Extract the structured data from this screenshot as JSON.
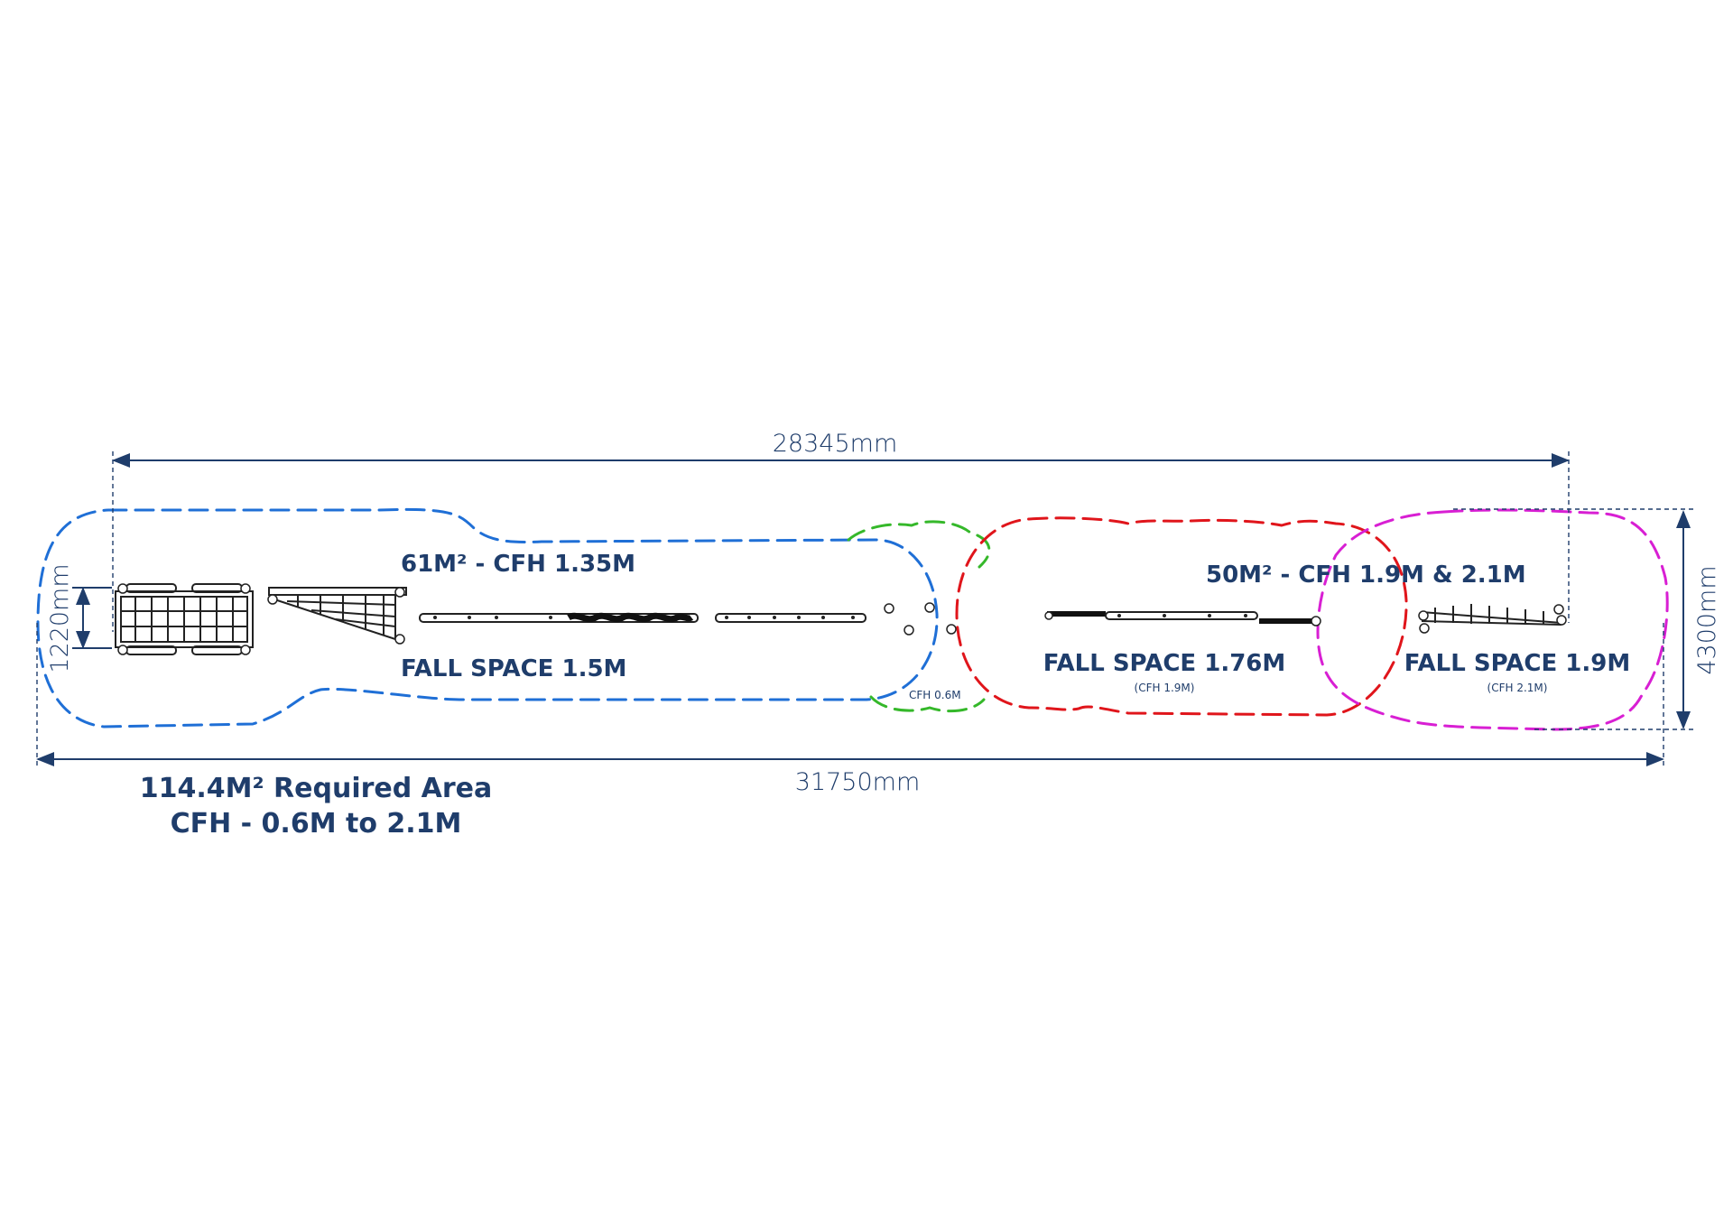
{
  "dimensions": {
    "top_width": "28345mm",
    "bottom_width": "31750mm",
    "left_height": "1220mm",
    "right_height": "4300mm"
  },
  "zones": {
    "blue": {
      "color": "#1f6fd6",
      "area_label": "61M² - CFH 1.35M",
      "fall_label": "FALL SPACE 1.5M"
    },
    "green": {
      "color": "#35b82a",
      "cfh_label": "CFH 0.6M"
    },
    "red": {
      "color": "#e0151b",
      "area_label": "50M² - CFH 1.9M & 2.1M",
      "fall_label": "FALL SPACE 1.76M",
      "cfh_label": "(CFH 1.9M)"
    },
    "magenta": {
      "color": "#d81fd3",
      "fall_label": "FALL SPACE 1.9M",
      "cfh_label": "(CFH 2.1M)"
    }
  },
  "summary": {
    "line1": "114.4M² Required Area",
    "line2": "CFH - 0.6M to 2.1M"
  },
  "label_color": "#1f3d6b"
}
